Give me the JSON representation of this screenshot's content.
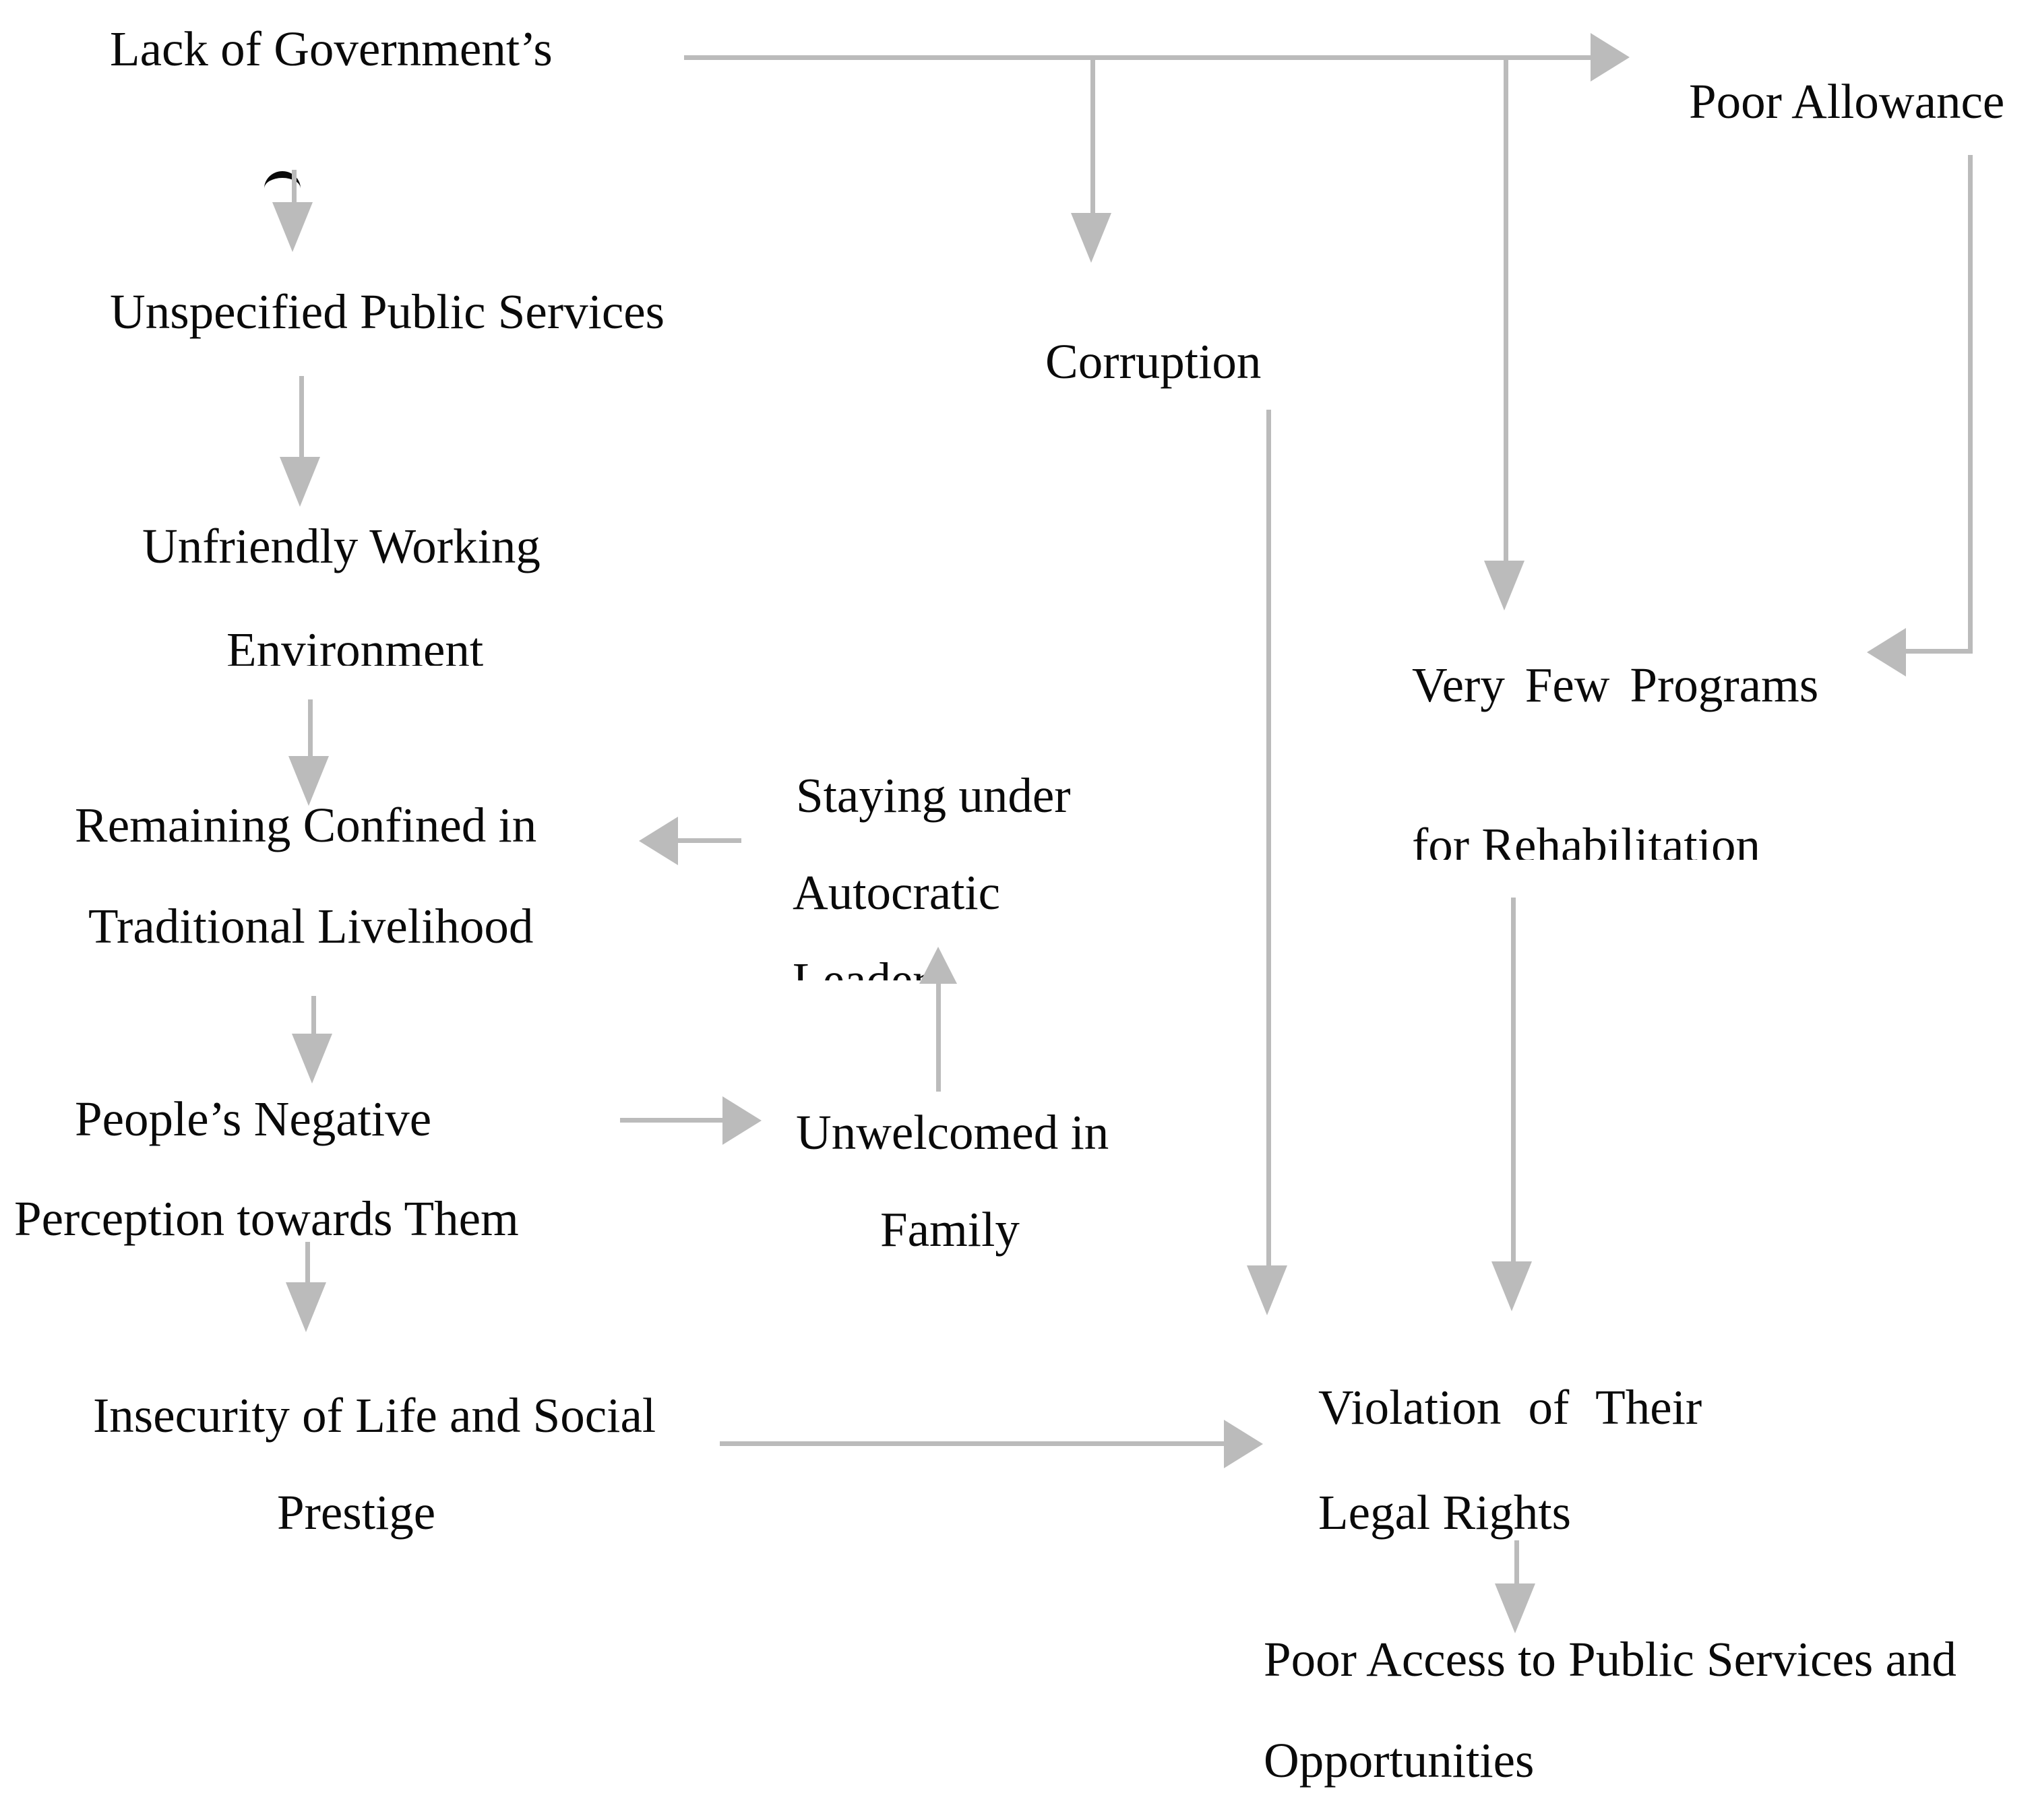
{
  "figure": {
    "type": "flow-diagram",
    "background_color": "#ffffff",
    "text_color": "#0a0a0a",
    "arrow_color": "#bbbbbb"
  },
  "nodes": {
    "lack": {
      "lines": [
        {
          "text": "Lack of Government’s",
          "clipped": false
        },
        {
          "text": "",
          "clipped": true
        }
      ]
    },
    "unspecified": {
      "lines": [
        {
          "text": "Unspecified Public Services",
          "clipped": false
        }
      ]
    },
    "unfriendly": {
      "lines": [
        {
          "text": "Unfriendly Working",
          "clipped": false
        },
        {
          "text": "Environment",
          "clipped": true
        }
      ]
    },
    "remaining": {
      "lines": [
        {
          "text": "Remaining Confined in",
          "clipped": false
        },
        {
          "text": "Traditional Livelihood",
          "clipped": false
        }
      ]
    },
    "peoples": {
      "lines": [
        {
          "text": "People’s Negative",
          "clipped": false
        },
        {
          "text": "Perception towards Them",
          "clipped": false
        }
      ]
    },
    "insecurity": {
      "lines": [
        {
          "text": "Insecurity of Life and Social",
          "clipped": false
        },
        {
          "text": "Prestige",
          "clipped": false
        }
      ]
    },
    "staying": {
      "lines": [
        {
          "text": "Staying under",
          "clipped": false
        },
        {
          "text": "Autocratic",
          "clipped": false
        },
        {
          "text": "Leader",
          "clipped": true
        }
      ]
    },
    "unwelcomed": {
      "lines": [
        {
          "text": "Unwelcomed in",
          "clipped": false
        },
        {
          "text": "Family",
          "clipped": false
        }
      ]
    },
    "corruption": {
      "lines": [
        {
          "text": "Corruption",
          "clipped": false
        }
      ]
    },
    "poor_allowance": {
      "lines": [
        {
          "text": "Poor Allowance",
          "clipped": false
        }
      ]
    },
    "very_few": {
      "lines": [
        {
          "text": "Very Few Programs",
          "clipped": false
        },
        {
          "text": "for Rehabilitation",
          "clipped": true
        }
      ]
    },
    "violation": {
      "lines": [
        {
          "text": "Violation of Their",
          "clipped": false
        },
        {
          "text": "Legal Rights",
          "clipped": false
        }
      ]
    },
    "poor_access": {
      "lines": [
        {
          "text": "Poor Access to Public Services and",
          "clipped": false
        },
        {
          "text": "Opportunities",
          "clipped": false
        }
      ]
    }
  },
  "edges": [
    {
      "from": "lack",
      "to": "unspecified",
      "direction": "down"
    },
    {
      "from": "unspecified",
      "to": "unfriendly",
      "direction": "down"
    },
    {
      "from": "unfriendly",
      "to": "remaining",
      "direction": "down"
    },
    {
      "from": "remaining",
      "to": "peoples",
      "direction": "down"
    },
    {
      "from": "peoples",
      "to": "insecurity",
      "direction": "down"
    },
    {
      "from": "staying",
      "to": "remaining",
      "direction": "left"
    },
    {
      "from": "peoples",
      "to": "unwelcomed",
      "direction": "right"
    },
    {
      "from": "unwelcomed",
      "to": "staying",
      "direction": "up"
    },
    {
      "from": "lack",
      "to": "poor_allowance",
      "direction": "right"
    },
    {
      "from": "lack",
      "to": "corruption",
      "direction": "down"
    },
    {
      "from": "lack",
      "to": "very_few",
      "direction": "down"
    },
    {
      "from": "poor_allowance",
      "to": "very_few",
      "direction": "down-left"
    },
    {
      "from": "corruption",
      "to": "violation",
      "direction": "down"
    },
    {
      "from": "very_few",
      "to": "violation",
      "direction": "down"
    },
    {
      "from": "insecurity",
      "to": "violation",
      "direction": "right"
    },
    {
      "from": "violation",
      "to": "poor_access",
      "direction": "down"
    }
  ]
}
